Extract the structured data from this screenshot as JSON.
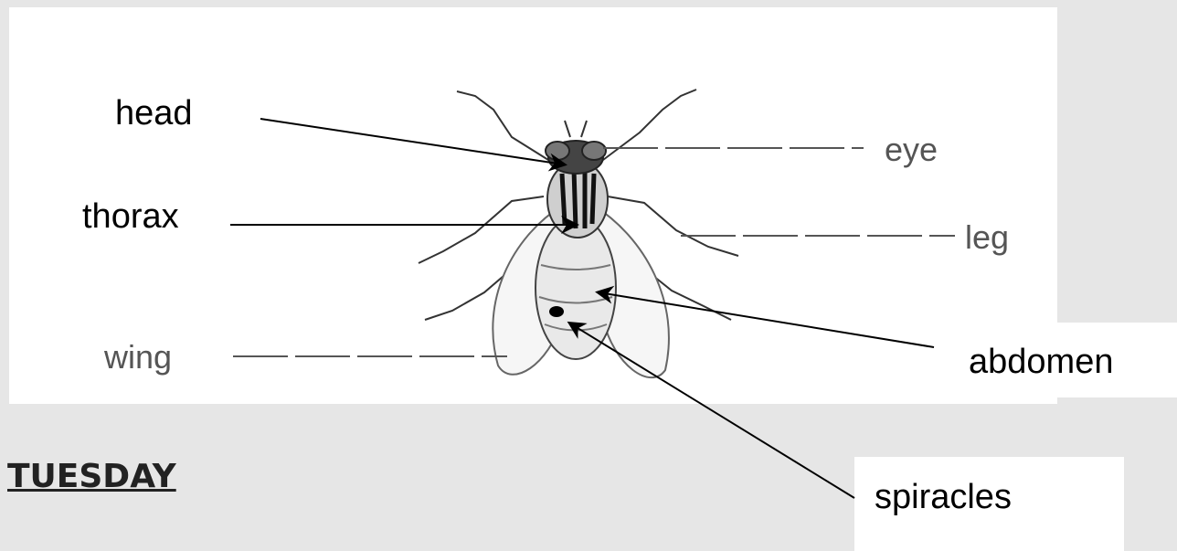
{
  "labels": {
    "head": "head",
    "thorax": "thorax",
    "abdomen": "abdomen",
    "spiracles": "spiracles",
    "eye": "eye",
    "leg": "leg",
    "wing": "wing"
  },
  "title": "TUESDAY",
  "colors": {
    "background": "#e6e6e6",
    "panel": "#ffffff",
    "ink": "#000000",
    "printed_label": "#555555"
  }
}
